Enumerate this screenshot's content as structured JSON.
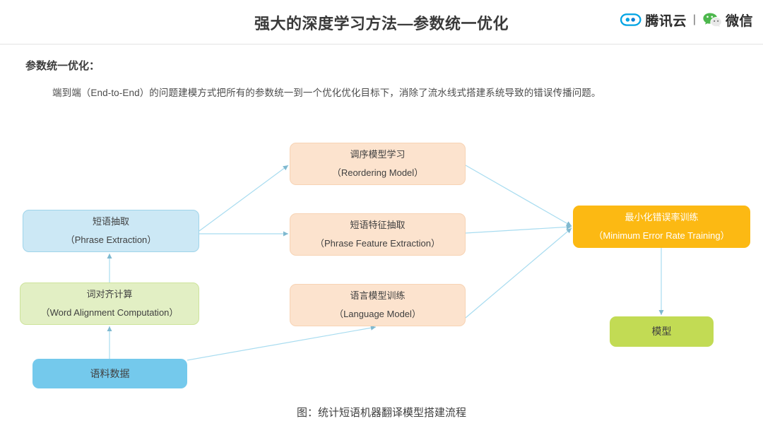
{
  "header": {
    "title": "强大的深度学习方法—参数统一优化",
    "brand": {
      "cloud_icon": "tencent-cloud-icon",
      "cloud_name": "腾讯云",
      "separator": "|",
      "wechat_icon": "wechat-icon",
      "wechat_name": "微信"
    }
  },
  "content": {
    "section_label": "参数统一优化：",
    "paragraph": "端到端（End-to-End）的问题建模方式把所有的参数统一到一个优化优化目标下，消除了流水线式搭建系统导致的错误传播问题。"
  },
  "diagram": {
    "nodes": [
      {
        "id": "phrase-extraction",
        "cn": "短语抽取",
        "en": "（Phrase Extraction）",
        "fill": "#CCE8F5",
        "stroke": "#9FD4EA"
      },
      {
        "id": "reordering",
        "cn": "调序模型学习",
        "en": "（Reordering Model）",
        "fill": "#FCE3CE",
        "stroke": "#F7D3B4"
      },
      {
        "id": "phrase-feature",
        "cn": "短语特征抽取",
        "en": "（Phrase Feature Extraction）",
        "fill": "#FCE3CE",
        "stroke": "#F7D3B4"
      },
      {
        "id": "language-model",
        "cn": "语言模型训练",
        "en": "（Language Model）",
        "fill": "#FCE3CE",
        "stroke": "#F7D3B4"
      },
      {
        "id": "word-alignment",
        "cn": "词对齐计算",
        "en": "（Word Alignment Computation）",
        "fill": "#E2EFC4",
        "stroke": "#CDE39B"
      },
      {
        "id": "corpus",
        "cn": "语料数据",
        "en": "",
        "fill": "#74C9EC",
        "stroke": "#74C9EC"
      },
      {
        "id": "mert",
        "cn": "最小化错误率训练",
        "en": "（Minimum Error Rate Training）",
        "fill": "#FCB913",
        "stroke": "#FCB913"
      },
      {
        "id": "model",
        "cn": "模型",
        "en": "",
        "fill": "#C2DB54",
        "stroke": "#C2DB54"
      }
    ],
    "edge_color": "#9FD4EA",
    "edges": [
      {
        "from": "corpus",
        "to": "word-alignment"
      },
      {
        "from": "word-alignment",
        "to": "phrase-extraction"
      },
      {
        "from": "corpus",
        "to": "language-model"
      },
      {
        "from": "phrase-extraction",
        "to": "reordering"
      },
      {
        "from": "phrase-extraction",
        "to": "phrase-feature"
      },
      {
        "from": "reordering",
        "to": "mert"
      },
      {
        "from": "phrase-feature",
        "to": "mert"
      },
      {
        "from": "language-model",
        "to": "mert"
      },
      {
        "from": "mert",
        "to": "model"
      }
    ]
  },
  "caption": "图：统计短语机器翻译模型搭建流程"
}
